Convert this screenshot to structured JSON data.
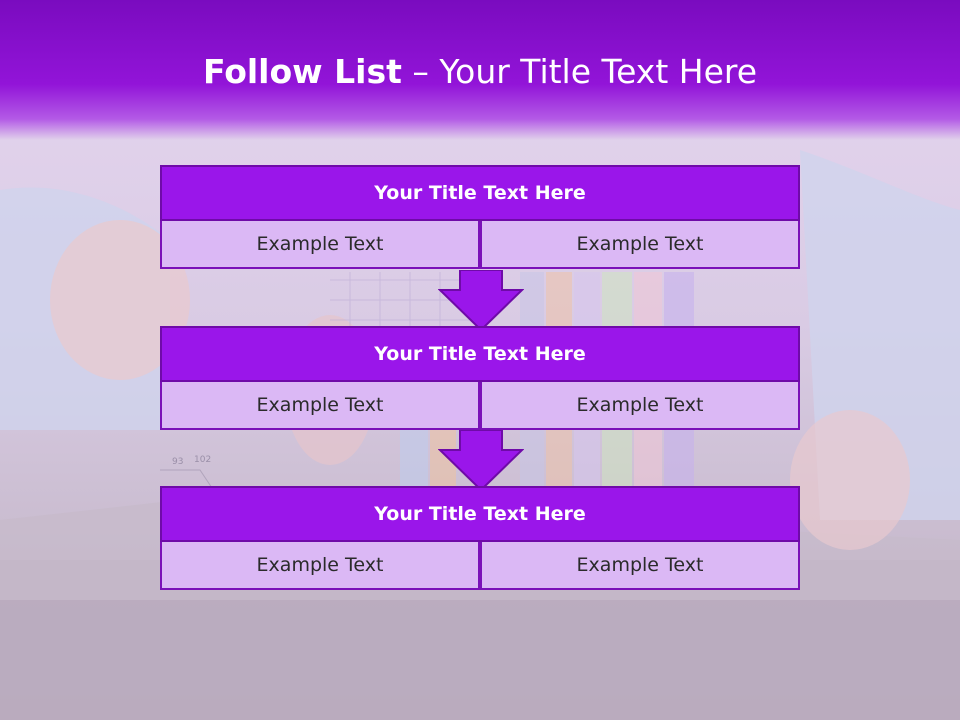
{
  "header": {
    "title_bold": "Follow List",
    "title_rest": " – Your Title Text Here"
  },
  "background": {
    "chart_labels": [
      "93",
      "102"
    ]
  },
  "list": [
    {
      "title": "Your Title Text Here",
      "left": "Example Text",
      "right": "Example Text"
    },
    {
      "title": "Your Title Text Here",
      "left": "Example Text",
      "right": "Example Text"
    },
    {
      "title": "Your Title Text Here",
      "left": "Example Text",
      "right": "Example Text"
    }
  ],
  "colors": {
    "accent": "#9a16ea",
    "header": "#8a10d0",
    "cell": "#dbb8f5"
  }
}
